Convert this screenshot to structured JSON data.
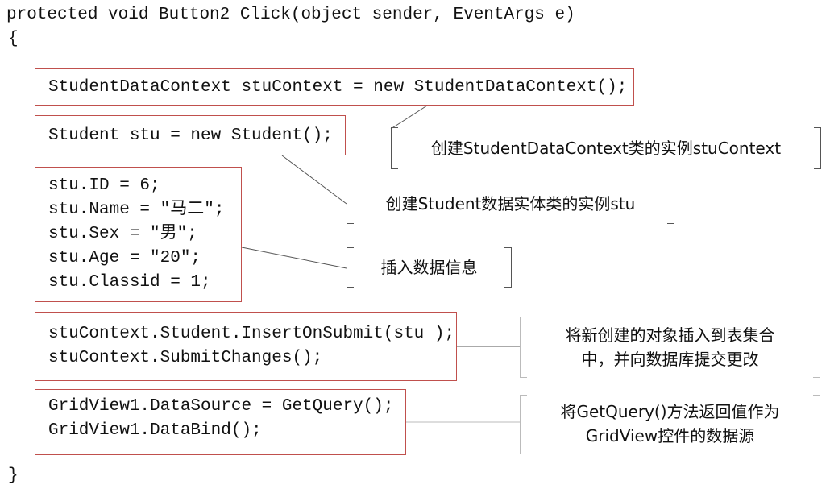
{
  "code": {
    "signature": "protected void Button2 Click(object sender, EventArgs e)",
    "open_brace": "{",
    "close_brace": "}",
    "blocks": [
      {
        "lines": [
          "StudentDataContext stuContext = new StudentDataContext();"
        ]
      },
      {
        "lines": [
          "Student stu = new Student();"
        ]
      },
      {
        "lines": [
          "stu.ID = 6;",
          "stu.Name = \"马二\";",
          "stu.Sex = \"男\";",
          "stu.Age = \"20\";",
          "stu.Classid = 1;"
        ]
      },
      {
        "lines": [
          "stuContext.Student.InsertOnSubmit(stu );",
          "stuContext.SubmitChanges();"
        ]
      },
      {
        "lines": [
          "GridView1.DataSource = GetQuery();",
          "GridView1.DataBind();"
        ]
      }
    ]
  },
  "annotations": [
    {
      "text": "创建StudentDataContext类的实例stuContext"
    },
    {
      "text": "创建Student数据实体类的实例stu"
    },
    {
      "text": "插入数据信息"
    },
    {
      "text": "将新创建的对象插入到表集合\n中，并向数据库提交更改"
    },
    {
      "text": "将GetQuery()方法返回值作为\nGridView控件的数据源"
    }
  ],
  "colors": {
    "code_box_border": "#c0504d",
    "bracket": "#555555",
    "connector": "#555555"
  }
}
